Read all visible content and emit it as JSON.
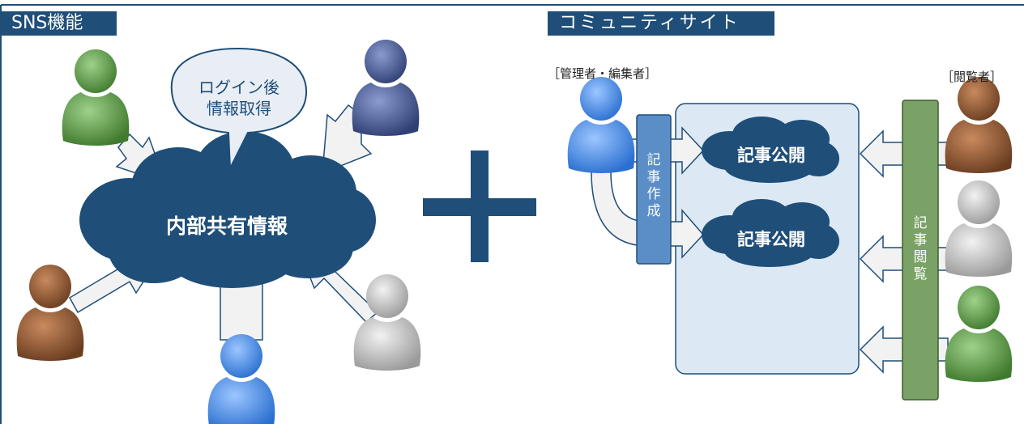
{
  "left_panel": {
    "title": "SNS機能"
  },
  "right_panel": {
    "title": "コミュニティサイト"
  },
  "sns": {
    "bubble_line1": "ログイン後",
    "bubble_line2": "情報取得",
    "cloud_label": "内部共有情報",
    "users": [
      {
        "icon": "user-green-icon",
        "color": "#4f8a3a"
      },
      {
        "icon": "user-navy-icon",
        "color": "#3b4f86"
      },
      {
        "icon": "user-brown-icon",
        "color": "#7a4a2a"
      },
      {
        "icon": "user-blue-icon",
        "color": "#3c7fd8"
      },
      {
        "icon": "user-gray-icon",
        "color": "#a9a9a9"
      }
    ]
  },
  "plus_sign": {
    "icon": "plus-icon",
    "color": "#1f4e79"
  },
  "community": {
    "editor_label": "［管理者・編集者］",
    "viewer_label": "［閲覧者］",
    "create_bar": "記事作成",
    "view_bar": "記事閲覧",
    "publish_1": "記事公開",
    "publish_2": "記事公開"
  },
  "colors": {
    "primary": "#1f4e79",
    "frame": "#1f4e79",
    "arrow_fill": "#f2f2f2",
    "panel_fill": "#dce9f5",
    "create_bar": "#5b8ec7",
    "view_bar": "#7aa266"
  }
}
